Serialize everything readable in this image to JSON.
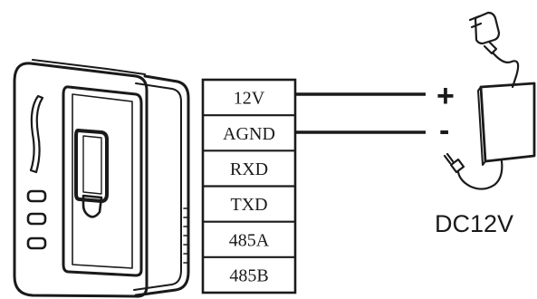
{
  "terminals": [
    "12V",
    "AGND",
    "RXD",
    "TXD",
    "485A",
    "485B"
  ],
  "polarity": {
    "positive": "+",
    "negative": "-"
  },
  "power_supply": {
    "label": "DC12V"
  },
  "colors": {
    "line": "#1a1a1a",
    "background": "#ffffff"
  }
}
